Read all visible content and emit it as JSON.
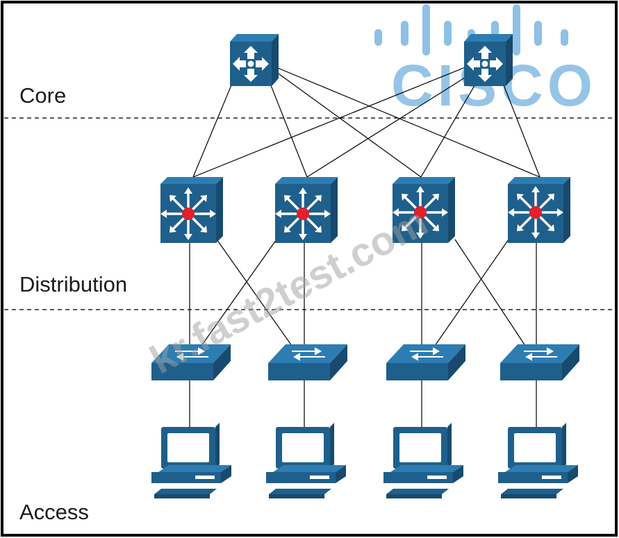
{
  "layers": {
    "core": "Core",
    "distribution": "Distribution",
    "access": "Access"
  },
  "logo": {
    "text": "CISCO",
    "color": "#7cb6e2"
  },
  "watermark": {
    "text": "kr.fast2test.com"
  },
  "colors": {
    "device_blue": "#1f5f8b",
    "device_top": "#2d7db3",
    "device_side": "#174a6e",
    "router_dot": "#e3202b",
    "link": "#000000",
    "frame": "#000000"
  },
  "devices": {
    "core_switches": [
      "core-switch-1",
      "core-switch-2"
    ],
    "distribution_switches": [
      "distribution-switch-1",
      "distribution-switch-2",
      "distribution-switch-3",
      "distribution-switch-4"
    ],
    "access_switches": [
      "access-switch-1",
      "access-switch-2",
      "access-switch-3",
      "access-switch-4"
    ],
    "workstations": [
      "workstation-1",
      "workstation-2",
      "workstation-3",
      "workstation-4"
    ]
  }
}
